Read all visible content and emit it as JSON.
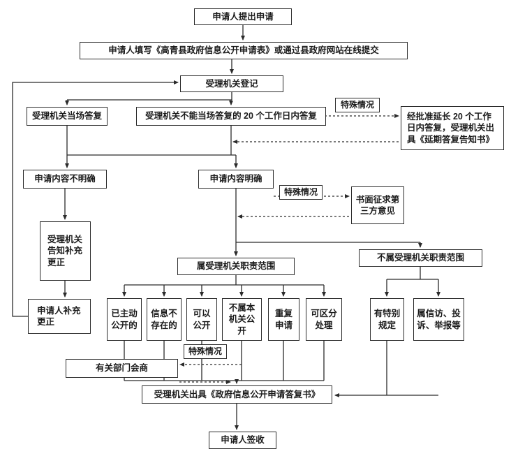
{
  "nodes": {
    "start": {
      "label": "申请人提出申请"
    },
    "fill_form": {
      "label": "申请人填写《高青县政府信息公开申请表》或通过县政府网站在线提交"
    },
    "register": {
      "label": "受理机关登记"
    },
    "onspot_reply": {
      "label": "受理机关当场答复"
    },
    "deadline_reply": {
      "label": "受理机关不能当场答复的 20 个工作日内答复"
    },
    "special_case_1": {
      "label": "特殊情况"
    },
    "extension": {
      "label": "经批准延长 20 个工作日内答复，受理机关出具《延期答复告知书》"
    },
    "unclear": {
      "label": "申请内容不明确"
    },
    "clear": {
      "label": "申请内容明确"
    },
    "special_case_2": {
      "label": "特殊情况"
    },
    "third_party": {
      "label": "书面征求第三方意见"
    },
    "notify_supplement": {
      "label": "受理机关告知补充更正"
    },
    "applicant_supplement": {
      "label": "申请人补充更正"
    },
    "in_scope": {
      "label": "属受理机关职责范围"
    },
    "out_of_scope": {
      "label": "不属受理机关职责范围"
    },
    "already_public": {
      "label": "已主动公开的"
    },
    "not_exist": {
      "label": "信息不存在的"
    },
    "can_disclose": {
      "label": "可以公开"
    },
    "not_this_org": {
      "label": "不属本机关公开"
    },
    "repeat_apply": {
      "label": "重复申请"
    },
    "separable": {
      "label": "可区分处理"
    },
    "special_rules": {
      "label": "有特别规定"
    },
    "petition": {
      "label": "属信访、投诉、举报等"
    },
    "special_case_3": {
      "label": "特殊情况"
    },
    "dept_consult": {
      "label": "有关部门会商"
    },
    "issue_reply": {
      "label": "受理机关出具《政府信息公开申请答复书》"
    },
    "sign_receipt": {
      "label": "申请人签收"
    }
  }
}
